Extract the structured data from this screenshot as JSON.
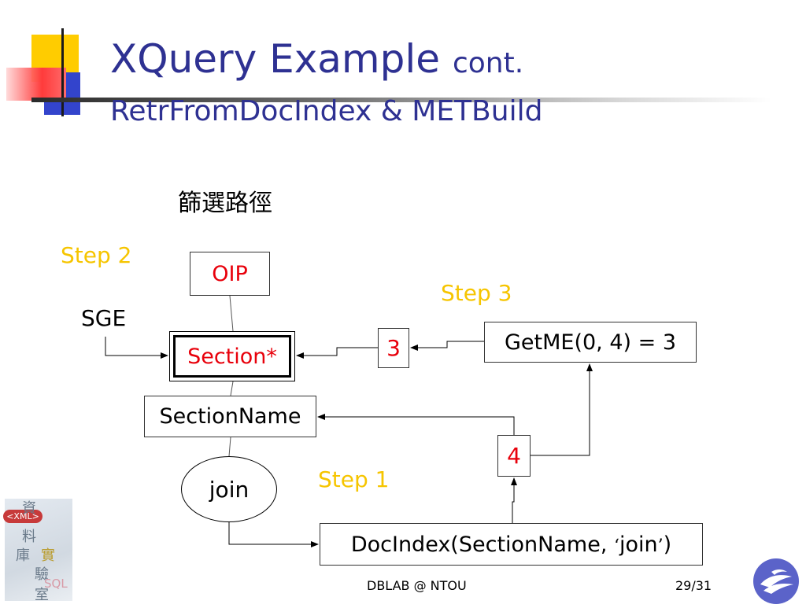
{
  "slide": {
    "title_main": "XQuery Example",
    "title_cont": "cont.",
    "subtitle": "RetrFromDocIndex & METBuild",
    "chinese_caption": "篩選路徑"
  },
  "diagram": {
    "step2": "Step 2",
    "step3": "Step 3",
    "step1": "Step 1",
    "sge": "SGE",
    "oip": "OIP",
    "section": "Section*",
    "section_name": "SectionName",
    "join": "join",
    "badge_3": "3",
    "badge_4": "4",
    "getme": "GetME(0, 4) = 3",
    "docindex_prefix": "DocIndex(SectionName, ",
    "docindex_open_quote": "‘",
    "docindex_word": "join",
    "docindex_close_quote": "’",
    "docindex_suffix": ")"
  },
  "footer": {
    "center": "DBLAB @ NTOU",
    "page": "29/31"
  },
  "logo": {
    "badge_text": "<XML>",
    "sql_text": "SQL",
    "chars": [
      "資",
      "料",
      "庫",
      "實",
      "驗",
      "室"
    ]
  },
  "colors": {
    "title": "#2e3192",
    "step": "#f6c500",
    "accent_red": "#e8000b",
    "deco_yellow": "#ffcc00",
    "deco_red": "#ff3b3b",
    "deco_blue": "#3344cc"
  }
}
